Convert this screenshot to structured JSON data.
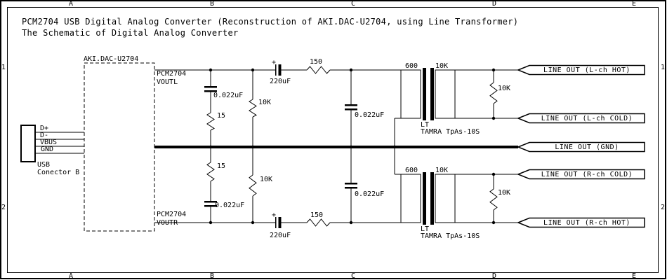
{
  "sheet": {
    "title_line1": "PCM2704 USB Digital Analog Converter (Reconstruction of AKI.DAC-U2704, using Line Transformer)",
    "title_line2": "The Schematic of Digital Analog Converter",
    "zone_columns": [
      "A",
      "B",
      "C",
      "D",
      "E"
    ],
    "zone_rows": [
      "1",
      "2"
    ]
  },
  "usb_connector": {
    "pin1": "D+",
    "pin2": "D-",
    "pin3": "VBUS",
    "pin4": "GND",
    "name_line1": "USB",
    "name_line2": "Conector B"
  },
  "dac_module": {
    "name": "AKI.DAC-U2704",
    "out_l_chip": "PCM2704",
    "out_l_pin": "VOUTL",
    "out_r_chip": "PCM2704",
    "out_r_pin": "VOUTR"
  },
  "l_channel": {
    "filter_cap1": "0.022uF",
    "damp_resistor": "15",
    "load_resistor": "10K",
    "coupling_plus": "+",
    "coupling_cap": "220uF",
    "series_resistor": "150",
    "filter_cap2": "0.022uF",
    "xfmr_primary": "600",
    "xfmr_secondary": "10K",
    "secondary_resistor": "10K",
    "xfmr_ref": "LT",
    "xfmr_name": "TAMRA TpAs-10S"
  },
  "r_channel": {
    "filter_cap1": "0.022uF",
    "damp_resistor": "15",
    "load_resistor": "10K",
    "coupling_plus": "+",
    "coupling_cap": "220uF",
    "series_resistor": "150",
    "filter_cap2": "0.022uF",
    "xfmr_primary": "600",
    "xfmr_secondary": "10K",
    "secondary_resistor": "10K",
    "xfmr_ref": "LT",
    "xfmr_name": "TAMRA TpAs-10S"
  },
  "line_outputs": {
    "l_hot": "LINE OUT (L-ch HOT)",
    "l_cold": "LINE OUT (L-ch COLD)",
    "gnd": "LINE OUT (GND)",
    "r_cold": "LINE OUT (R-ch COLD)",
    "r_hot": "LINE OUT (R-ch HOT)"
  },
  "colors": {
    "ink": "#000000",
    "paper": "#ffffff"
  }
}
